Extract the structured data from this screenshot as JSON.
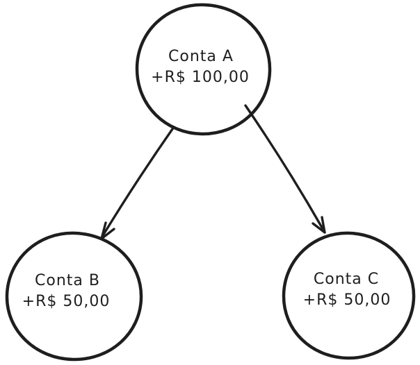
{
  "diagram": {
    "style": "hand-drawn",
    "background": "#ffffff",
    "stroke_color": "#1e1e1e",
    "nodes": [
      {
        "id": "conta-a",
        "label": "Conta A",
        "amount": "+R$ 100,00",
        "position": "top-center"
      },
      {
        "id": "conta-b",
        "label": "Conta B",
        "amount": "+R$ 50,00",
        "position": "bottom-left"
      },
      {
        "id": "conta-c",
        "label": "Conta C",
        "amount": "+R$ 50,00",
        "position": "bottom-right"
      }
    ],
    "edges": [
      {
        "from": "conta-a",
        "to": "conta-b",
        "type": "arrow"
      },
      {
        "from": "conta-a",
        "to": "conta-c",
        "type": "arrow"
      }
    ]
  }
}
